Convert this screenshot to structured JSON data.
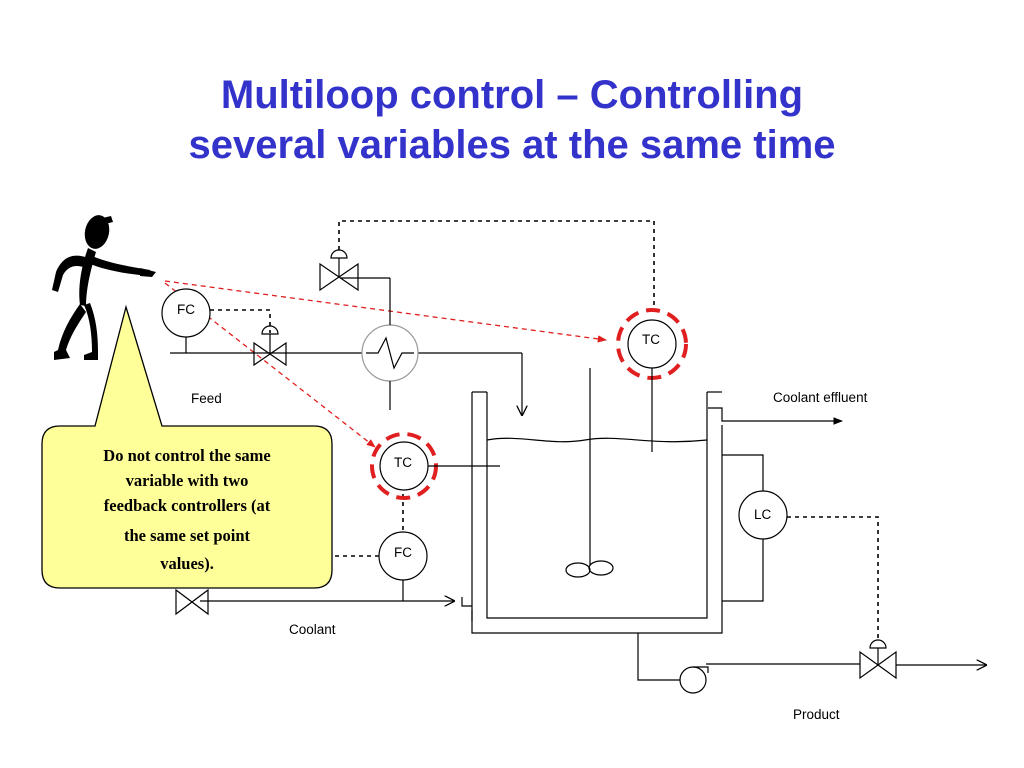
{
  "title": {
    "line1": "Multiloop control – Controlling",
    "line2": "several variables at the same time"
  },
  "callout": {
    "lines": [
      "Do not control the same",
      "variable with two",
      "feedback controllers (at",
      "the same set point",
      "values)."
    ],
    "fill": "#ffff99"
  },
  "instruments": {
    "fc_feed": "FC",
    "tc_top": "TC",
    "tc_mid": "TC",
    "fc_coolant": "FC",
    "lc": "LC"
  },
  "stream_labels": {
    "feed": "Feed",
    "coolant": "Coolant",
    "coolant_effluent": "Coolant effluent",
    "product": "Product"
  },
  "colors": {
    "title": "#3333cc",
    "highlight": "#e02020",
    "callout": "#ffff99"
  }
}
